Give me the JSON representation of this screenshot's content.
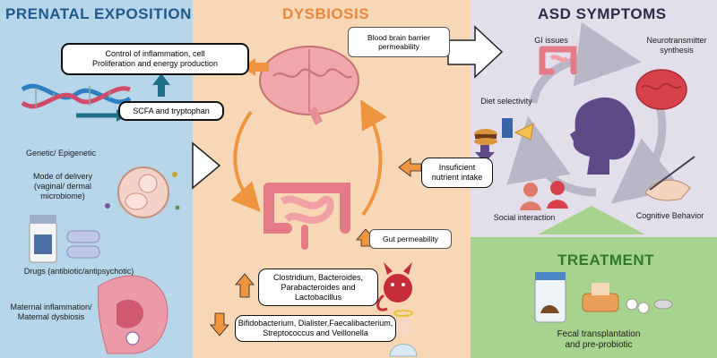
{
  "colors": {
    "prenatal_bg": "#b7d6ea",
    "dysbiosis_bg": "#f7d7b6",
    "asd_bg": "#e2dfeb",
    "treatment_bg": "#a8d38e",
    "prenatal_title": "#1f5a8a",
    "dysbiosis_title": "#e8883a",
    "asd_title": "#2b2b4a",
    "treatment_title": "#2f7a2a",
    "orange_arrow": "#f0953f",
    "teal_arrow": "#1f6f8b"
  },
  "prenatal": {
    "title": "PRENATAL EXPOSITION",
    "genetic": "Genetic/ Epigenetic",
    "delivery": [
      "Mode of delivery",
      "(vaginal/ dermal",
      "microbiome)"
    ],
    "drugs": "Drugs (antibiotic/antipsychotic)",
    "maternal": [
      "Maternal inflammation/",
      "Maternal dysbiosis"
    ],
    "control_box": [
      "Control of inflammation, cell",
      "Proliferation and energy production"
    ],
    "scfa_box": "SCFA and tryptophan"
  },
  "dysbiosis": {
    "title": "DYSBIOSIS",
    "bbb": [
      "Blood brain barrier",
      "permeability"
    ],
    "gut": "Gut permeability",
    "nutrient": [
      "Insuficient",
      "nutrient intake"
    ],
    "increased": [
      "Clostridium, Bacteroides,",
      "Parabacteroides and",
      "Lactobacillus"
    ],
    "decreased": [
      "Bifidobacterium, Dialister,Faecalibacterium,",
      "Streptococcus and Veillonella"
    ]
  },
  "asd": {
    "title": "ASD SYMPTOMS",
    "gi": "GI issues",
    "neuro": [
      "Neurotransmitter",
      "synthesis"
    ],
    "diet": "Diet selectivity",
    "social": "Social interaction",
    "cognitive": "Cognitive Behavior"
  },
  "treatment": {
    "title": "TREATMENT",
    "fecal": [
      "Fecal transplantation",
      "and pre-probiotic"
    ]
  }
}
